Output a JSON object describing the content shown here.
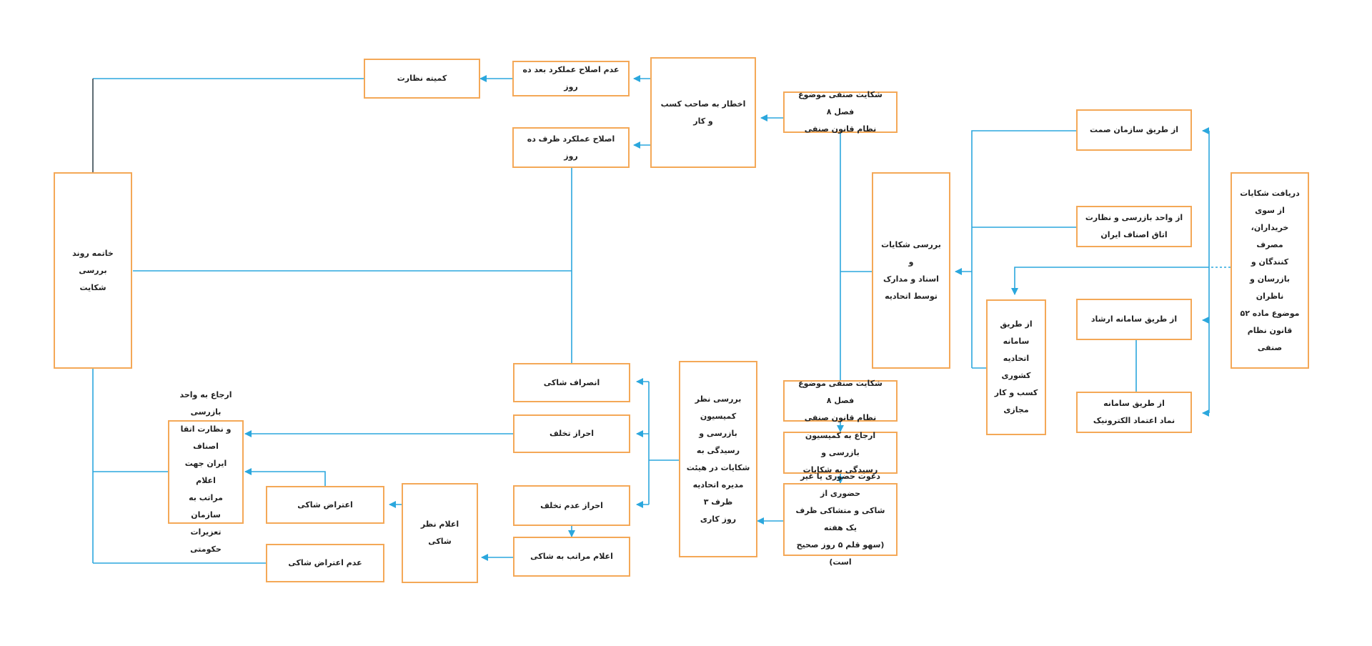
{
  "colors": {
    "box_border": "#f4a857",
    "connector": "#2ba7dd",
    "connector_dark": "#555555",
    "text": "#222222"
  },
  "nodes": {
    "receive": "دریافت شکایات\nاز سوی\nخریداران، مصرف\nکنندگان و\nبازرسان و ناظران\nموضوع ماده ۵۲\nقانون نظام صنفی",
    "samt": "از طریق سازمان صمت",
    "inspection_unit": "از واحد بازرسی و نظارت\nاتاق اصناف ایران",
    "ershad": "از طریق سامانه  ارشاد",
    "enamad": "از طریق سامانه\nنماد اعتماد الکترونیک",
    "virtual_union": "از طریق سامانه\nاتحادیه کشوری\nکسب و کار\nمجازی",
    "review_union": "بررسی شکایات و\nاسناد و مدارک\nتوسط اتحادیه",
    "chapter8_top": "شکایت صنفی موضوع فصل ۸\nنظام قانون صنفی",
    "chapter8_bottom": "شکایت صنفی موضوع فصل ۸\nنظام قانون صنفی",
    "notice_owner": "اخطار به صاحب کسب و کار",
    "no_fix": "عدم اصلاح عملکرد بعد ده روز",
    "fix_ten_days": "اصلاح عملکرد ظرف ده روز",
    "supervision_committee": "کمیته نظارت",
    "closing": "خاتمه روند بررسی\nشکایت",
    "refer_commission": "ارجاع به کمیسیون بازرسی و\nرسیدگی به شکایات",
    "invite_parties": "دعوت حضوری یا غیر حضوری از\nشاکی و متشاکی ظرف یک هفته\n(سهو قلم ۵ روز صحیح است)",
    "commission_review": "بررسی نظر کمیسیون\nبازرسی و رسیدگی به\nشکایات در هیئت\nمدیره اتحادیه ظرف ۳\nروز کاری",
    "withdrawal": "انصراف شاکی",
    "violation_proven": "احراز تخلف",
    "no_violation": "احراز عدم تخلف",
    "announce_complainant": "اعلام مراتب به شاکی",
    "complainant_view": "اعلام نظر شاکی",
    "objection": "اعتراض شاکی",
    "no_objection": "عدم اعتراض شاکی",
    "refer_government": "ارجاع به واحد بازرسی\nو نظارت اتقا اصناف\nایران جهت اعلام\nمراتب به سازمان\nتعزیرات حکومتی"
  }
}
